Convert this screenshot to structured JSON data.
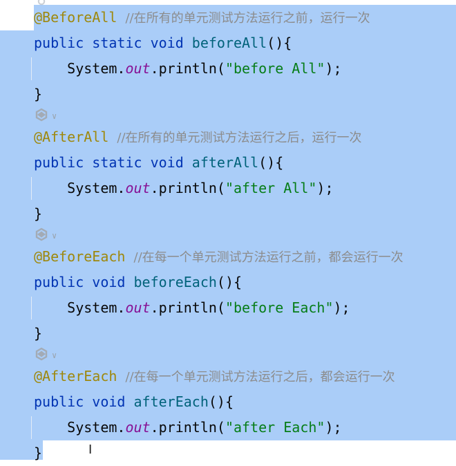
{
  "colors": {
    "selection": "#aacdf8",
    "annotation": "#9e880d",
    "comment": "#8c8c8c",
    "keyword": "#0033b3",
    "method": "#00627a",
    "field": "#871094",
    "string": "#067d17"
  },
  "lines": [
    {
      "type": "code",
      "tokens": [
        {
          "t": "@BeforeAll",
          "c": "ann"
        },
        {
          "t": " ",
          "c": "plain"
        },
        {
          "t": "//在所有的单元测试方法运行之前，运行一次",
          "c": "cmt"
        }
      ]
    },
    {
      "type": "code",
      "tokens": [
        {
          "t": "public static void ",
          "c": "kw"
        },
        {
          "t": "beforeAll",
          "c": "fn"
        },
        {
          "t": "(){",
          "c": "plain"
        }
      ]
    },
    {
      "type": "code",
      "guide": true,
      "tokens": [
        {
          "t": "    System.",
          "c": "plain"
        },
        {
          "t": "out",
          "c": "fld"
        },
        {
          "t": ".println(",
          "c": "plain"
        },
        {
          "t": "\"before All\"",
          "c": "str"
        },
        {
          "t": ");",
          "c": "plain"
        }
      ]
    },
    {
      "type": "code",
      "tokens": [
        {
          "t": "}",
          "c": "plain"
        }
      ]
    },
    {
      "type": "icon",
      "icon": "junit-run-icon"
    },
    {
      "type": "code",
      "tokens": [
        {
          "t": "@AfterAll",
          "c": "ann"
        },
        {
          "t": " ",
          "c": "plain"
        },
        {
          "t": "//在所有的单元测试方法运行之后，运行一次",
          "c": "cmt"
        }
      ]
    },
    {
      "type": "code",
      "tokens": [
        {
          "t": "public static void ",
          "c": "kw"
        },
        {
          "t": "afterAll",
          "c": "fn"
        },
        {
          "t": "(){",
          "c": "plain"
        }
      ]
    },
    {
      "type": "code",
      "guide": true,
      "tokens": [
        {
          "t": "    System.",
          "c": "plain"
        },
        {
          "t": "out",
          "c": "fld"
        },
        {
          "t": ".println(",
          "c": "plain"
        },
        {
          "t": "\"after All\"",
          "c": "str"
        },
        {
          "t": ");",
          "c": "plain"
        }
      ]
    },
    {
      "type": "code",
      "tokens": [
        {
          "t": "}",
          "c": "plain"
        }
      ]
    },
    {
      "type": "icon",
      "icon": "junit-run-icon"
    },
    {
      "type": "code",
      "tokens": [
        {
          "t": "@BeforeEach",
          "c": "ann"
        },
        {
          "t": " ",
          "c": "plain"
        },
        {
          "t": "//在每一个单元测试方法运行之前，都会运行一次",
          "c": "cmt"
        }
      ]
    },
    {
      "type": "code",
      "tokens": [
        {
          "t": "public void ",
          "c": "kw"
        },
        {
          "t": "beforeEach",
          "c": "fn"
        },
        {
          "t": "(){",
          "c": "plain"
        }
      ]
    },
    {
      "type": "code",
      "guide": true,
      "tokens": [
        {
          "t": "    System.",
          "c": "plain"
        },
        {
          "t": "out",
          "c": "fld"
        },
        {
          "t": ".println(",
          "c": "plain"
        },
        {
          "t": "\"before Each\"",
          "c": "str"
        },
        {
          "t": ");",
          "c": "plain"
        }
      ]
    },
    {
      "type": "code",
      "tokens": [
        {
          "t": "}",
          "c": "plain"
        }
      ]
    },
    {
      "type": "icon",
      "icon": "junit-run-icon"
    },
    {
      "type": "code",
      "tokens": [
        {
          "t": "@AfterEach",
          "c": "ann"
        },
        {
          "t": " ",
          "c": "plain"
        },
        {
          "t": "//在每一个单元测试方法运行之后，都会运行一次",
          "c": "cmt"
        }
      ]
    },
    {
      "type": "code",
      "tokens": [
        {
          "t": "public void ",
          "c": "kw"
        },
        {
          "t": "afterEach",
          "c": "fn"
        },
        {
          "t": "(){",
          "c": "plain"
        }
      ]
    },
    {
      "type": "code",
      "guide": true,
      "tokens": [
        {
          "t": "    System.",
          "c": "plain"
        },
        {
          "t": "out",
          "c": "fld"
        },
        {
          "t": ".println(",
          "c": "plain"
        },
        {
          "t": "\"after Each\"",
          "c": "str"
        },
        {
          "t": ");",
          "c": "plain"
        }
      ]
    },
    {
      "type": "code",
      "tokens": [
        {
          "t": "}",
          "c": "plain"
        }
      ]
    }
  ],
  "cursor": "I"
}
